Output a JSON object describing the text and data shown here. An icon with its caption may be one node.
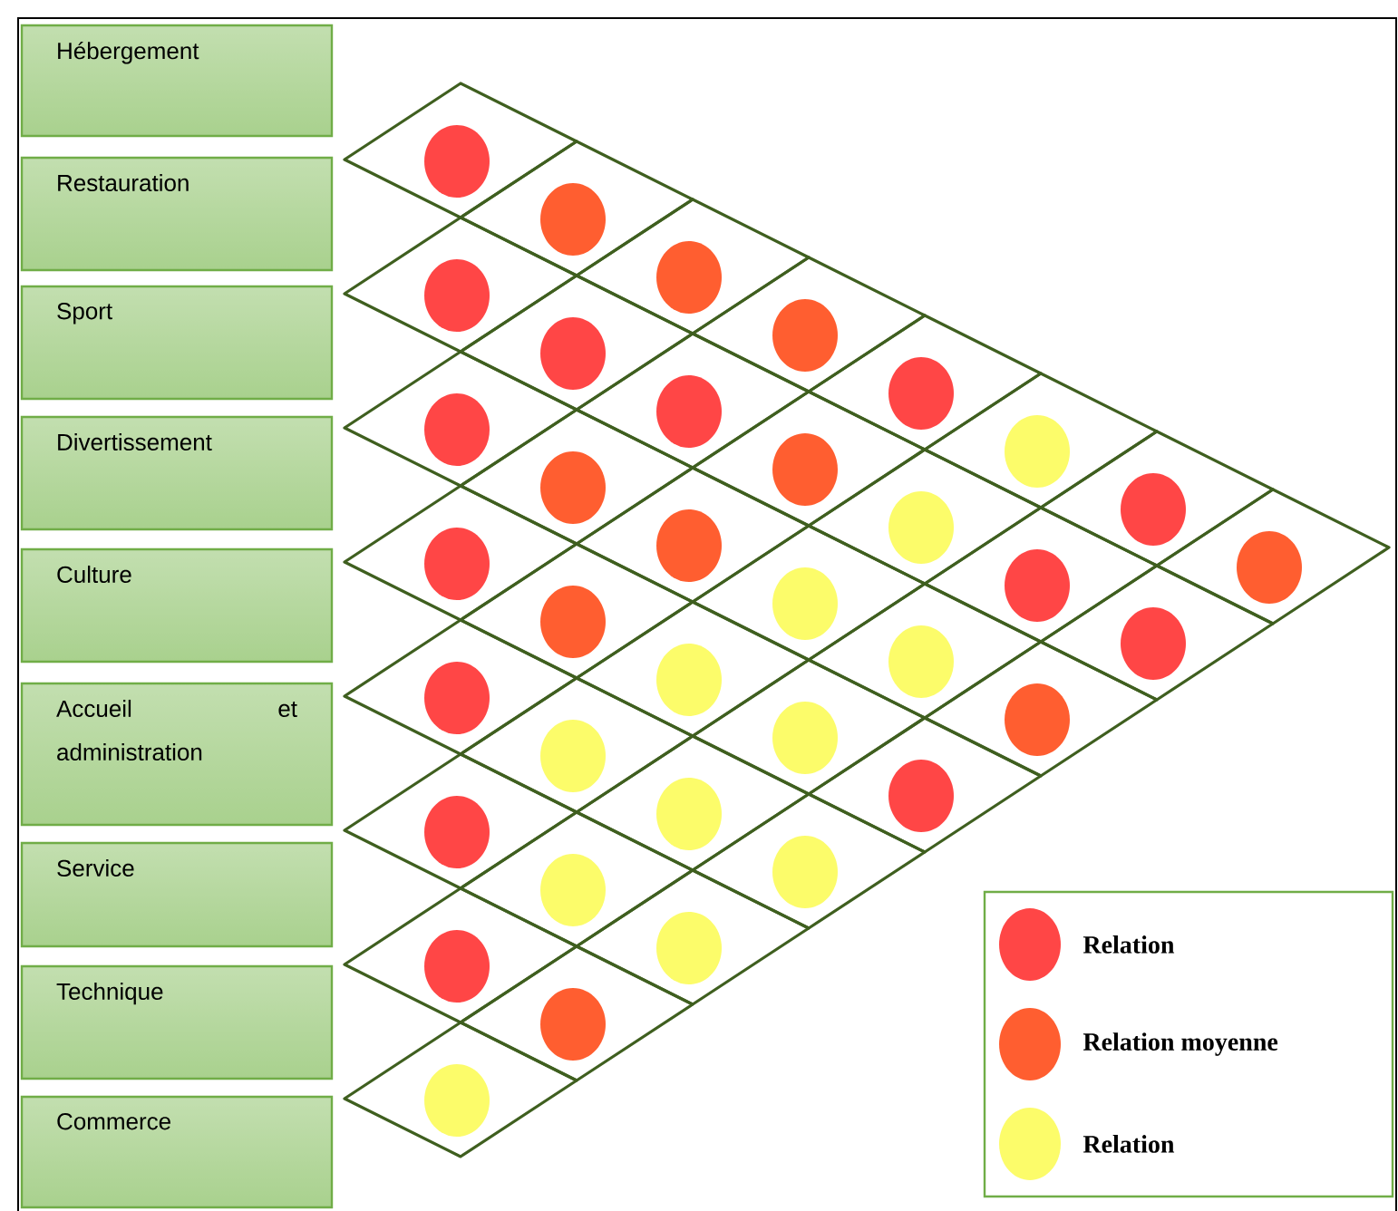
{
  "diagram": {
    "nodes": [
      {
        "text": [
          "Hébergement"
        ]
      },
      {
        "text": [
          "Restauration"
        ]
      },
      {
        "text": [
          "Sport"
        ]
      },
      {
        "text": [
          "Divertissement"
        ]
      },
      {
        "text": [
          "Culture"
        ]
      },
      {
        "text": [
          "Accueil et administration"
        ]
      },
      {
        "text": [
          "Service"
        ]
      },
      {
        "text": [
          "Technique"
        ]
      },
      {
        "text": [
          "Commerce"
        ]
      }
    ],
    "legend": [
      {
        "text": "Relation",
        "color": "#ff4646"
      },
      {
        "text": "Relation moyenne",
        "color": "#ff5e30"
      },
      {
        "text": "Relation",
        "color": "#fcfc6a"
      }
    ]
  }
}
